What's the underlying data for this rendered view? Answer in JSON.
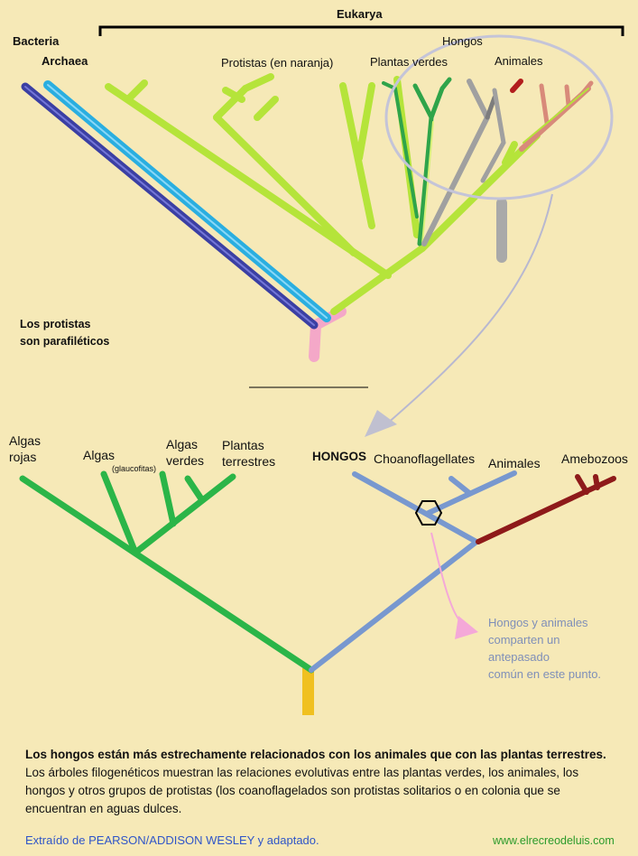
{
  "top_tree": {
    "eukarya": "Eukarya",
    "bacteria": "Bacteria",
    "archaea": "Archaea",
    "protists": "Protistas (en naranja)",
    "green_plants": "Plantas verdes",
    "fungi": "Hongos",
    "animals": "Animales",
    "paraphyletic_line1": "Los protistas",
    "paraphyletic_line2": "son parafiléticos"
  },
  "bottom_tree": {
    "red_algae_line1": "Algas",
    "red_algae_line2": "rojas",
    "glauco_algae": "Algas",
    "glauco_sub": "(glaucofitas)",
    "green_algae_line1": "Algas",
    "green_algae_line2": "verdes",
    "land_plants_line1": "Plantas",
    "land_plants_line2": "terrestres",
    "fungi": "HONGOS",
    "choano": "Choanoflagellates",
    "animals": "Animales",
    "amoebozoa": "Amebozoos",
    "note_lines": [
      "Hongos y animales",
      "comparten un",
      "antepasado",
      "común en este punto."
    ]
  },
  "caption": {
    "bold": "Los hongos están más estrechamente relacionados con los animales que con las plantas terrestres.",
    "rest": " Los árboles filogenéticos muestran las relaciones evolutivas entre las plantas verdes, los animales, los hongos y otros grupos de protistas (los coanoflagelados son protistas solitarios o en colonia que se encuentran en aguas dulces."
  },
  "source": "Extraído de PEARSON/ADDISON WESLEY y adaptado.",
  "website": "www.elrecreodeluis.com",
  "colors": {
    "background": "#f6e9b7",
    "bacteria": "#3b3fa3",
    "archaea": "#2aaee0",
    "protists": "#b5e43a",
    "plants": "#2fa44a",
    "fungi": "#7d7d7d",
    "animals": "#b21d1d",
    "root": "#f4a8c8",
    "plant_branch": "#2bb548",
    "opisthokont": "#7898cf",
    "amoebozoa": "#8e1a1a",
    "bottom_root": "#f0c020"
  }
}
